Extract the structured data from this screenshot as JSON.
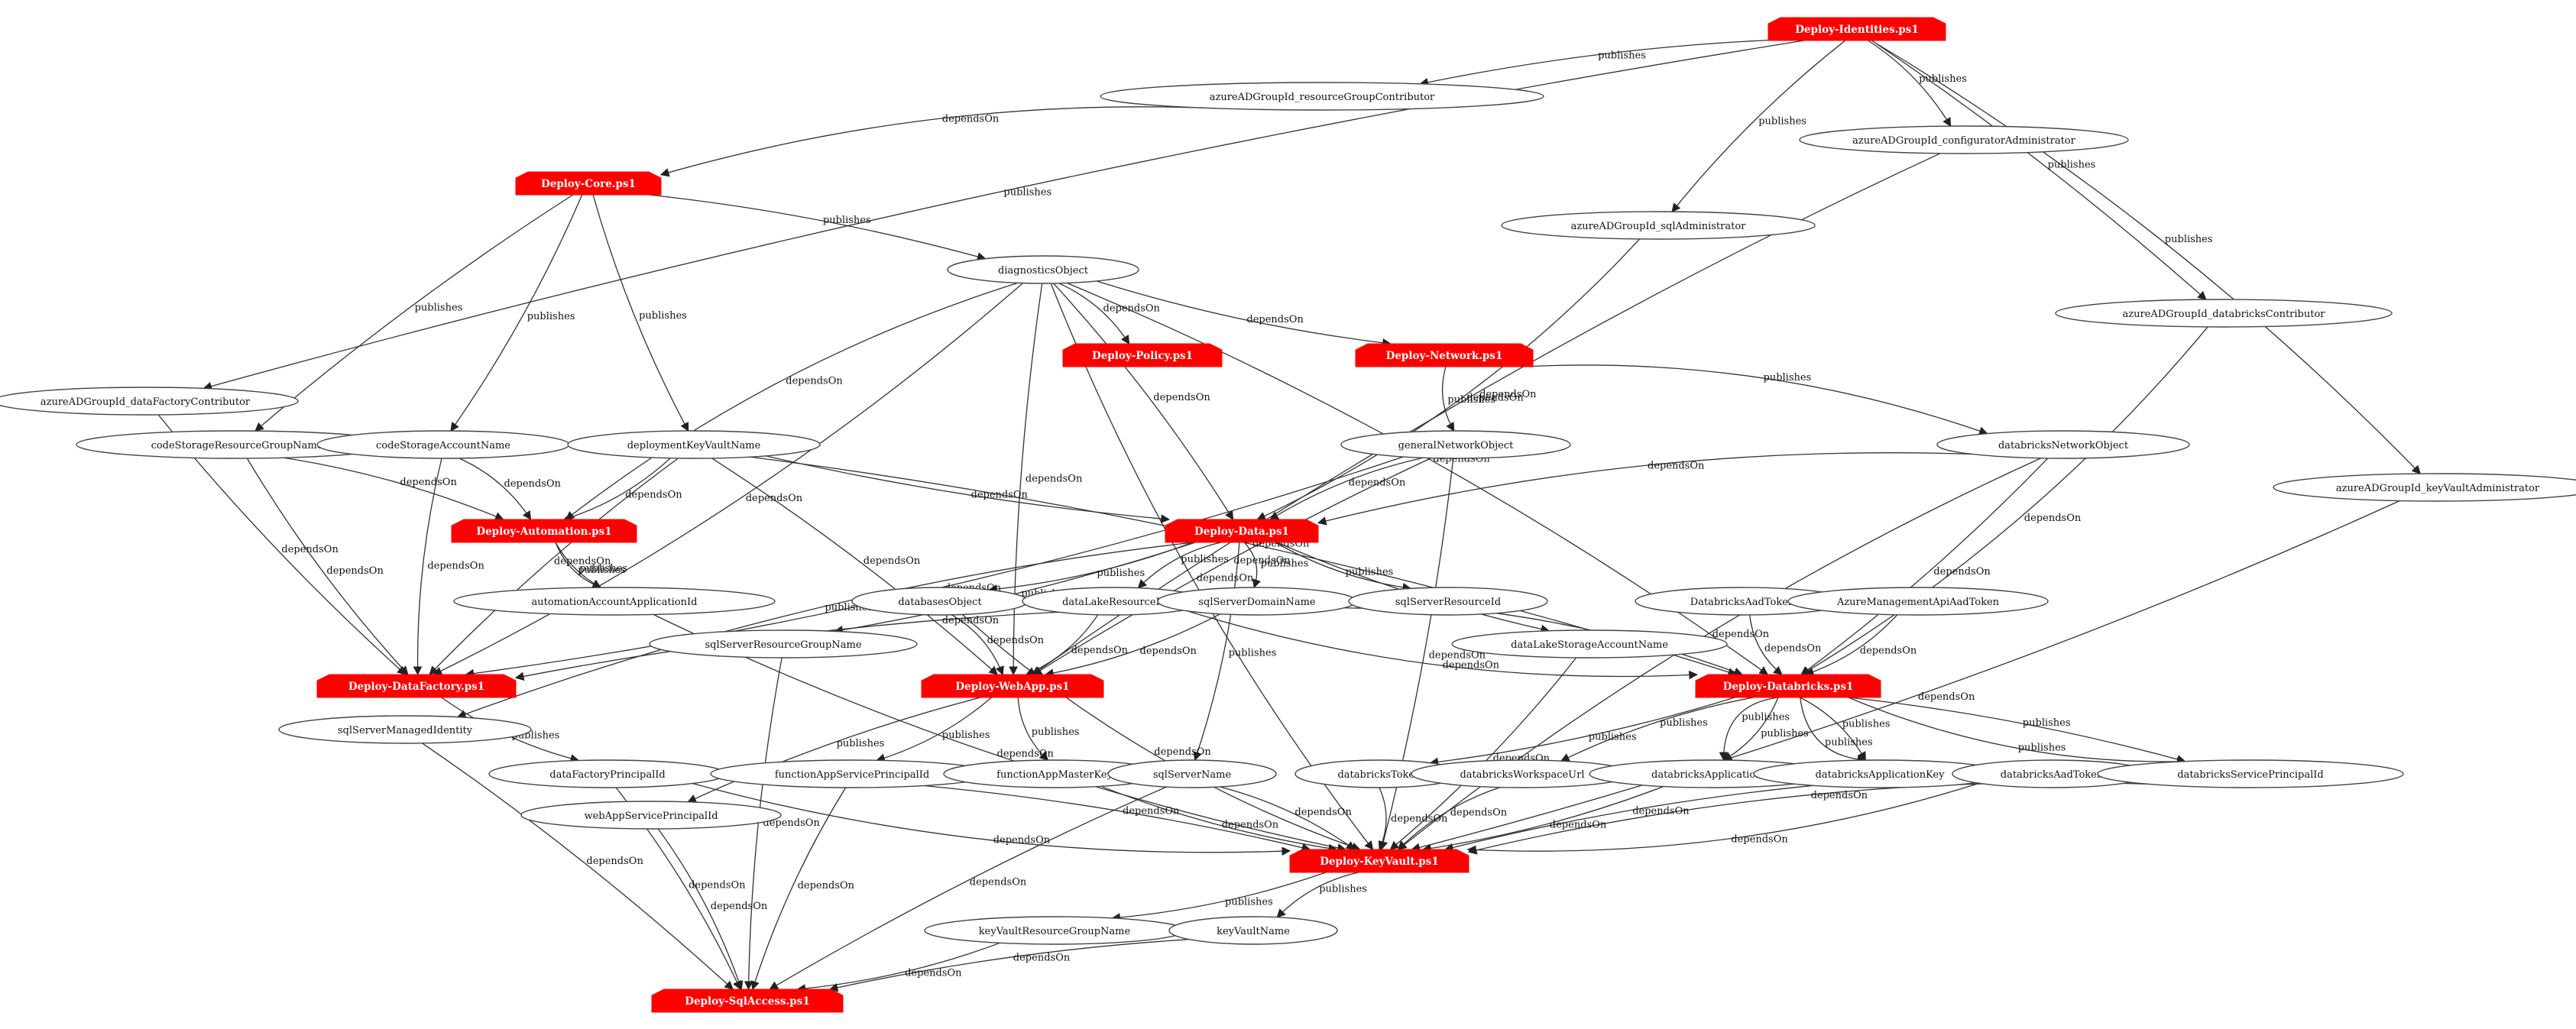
{
  "colors": {
    "script_fill": "#ff0000",
    "ellipse_stroke": "#444444",
    "edge": "#333333"
  },
  "scripts": {
    "identities": "Deploy-Identities.ps1",
    "core": "Deploy-Core.ps1",
    "policy": "Deploy-Policy.ps1",
    "network": "Deploy-Network.ps1",
    "automation": "Deploy-Automation.ps1",
    "data": "Deploy-Data.ps1",
    "datafactory": "Deploy-DataFactory.ps1",
    "webapp": "Deploy-WebApp.ps1",
    "databricks": "Deploy-Databricks.ps1",
    "keyvault": "Deploy-KeyVault.ps1",
    "sqlaccess": "Deploy-SqlAccess.ps1"
  },
  "objects": {
    "adRgContrib": "azureADGroupId_resourceGroupContributor",
    "adConfigAdmin": "azureADGroupId_configuratorAdministrator",
    "adSqlAdmin": "azureADGroupId_sqlAdministrator",
    "adDbContrib": "azureADGroupId_databricksContributor",
    "adDfContrib": "azureADGroupId_dataFactoryContributor",
    "adKvAdmin": "azureADGroupId_keyVaultAdministrator",
    "diagnosticsObject": "diagnosticsObject",
    "codeStorageResourceGroupName": "codeStorageResourceGroupName",
    "codeStorageAccountName": "codeStorageAccountName",
    "deploymentKeyVaultName": "deploymentKeyVaultName",
    "generalNetworkObject": "generalNetworkObject",
    "databricksNetworkObject": "databricksNetworkObject",
    "automationAccountApplicationId": "automationAccountApplicationId",
    "databasesObject": "databasesObject",
    "dataLakeResourceId": "dataLakeResourceId",
    "sqlServerDomainName": "sqlServerDomainName",
    "sqlServerResourceId": "sqlServerResourceId",
    "sqlServerResourceGroupName": "sqlServerResourceGroupName",
    "dataLakeStorageAccountName": "dataLakeStorageAccountName",
    "DatabricksAadToken": "DatabricksAadToken",
    "AzureManagementApiAadToken": "AzureManagementApiAadToken",
    "sqlServerManagedIdentity": "sqlServerManagedIdentity",
    "dataFactoryPrincipalId": "dataFactoryPrincipalId",
    "webAppServicePrincipalId": "webAppServicePrincipalId",
    "functionAppServicePrincipalId": "functionAppServicePrincipalId",
    "functionAppMasterKey": "functionAppMasterKey",
    "sqlServerName": "sqlServerName",
    "databricksToken": "databricksToken",
    "databricksWorkspaceUrl": "databricksWorkspaceUrl",
    "databricksApplicationId": "databricksApplicationId",
    "databricksApplicationKey": "databricksApplicationKey",
    "databricksAadToken": "databricksAadToken",
    "databricksServicePrincipalId": "databricksServicePrincipalId",
    "keyVaultResourceGroupName": "keyVaultResourceGroupName",
    "keyVaultName": "keyVaultName"
  },
  "edge_labels": {
    "publishes": "publishes",
    "dependsOn": "dependsOn"
  },
  "edges": [
    {
      "from": "identities",
      "to": "adRgContrib",
      "label": "publishes"
    },
    {
      "from": "identities",
      "to": "adConfigAdmin",
      "label": "publishes"
    },
    {
      "from": "identities",
      "to": "adSqlAdmin",
      "label": "publishes"
    },
    {
      "from": "identities",
      "to": "adDbContrib",
      "label": "publishes"
    },
    {
      "from": "identities",
      "to": "adDfContrib",
      "label": "publishes"
    },
    {
      "from": "identities",
      "to": "adKvAdmin",
      "label": "publishes"
    },
    {
      "from": "adRgContrib",
      "to": "core",
      "label": "dependsOn"
    },
    {
      "from": "core",
      "to": "diagnosticsObject",
      "label": "publishes"
    },
    {
      "from": "core",
      "to": "codeStorageResourceGroupName",
      "label": "publishes"
    },
    {
      "from": "core",
      "to": "codeStorageAccountName",
      "label": "publishes"
    },
    {
      "from": "core",
      "to": "deploymentKeyVaultName",
      "label": "publishes"
    },
    {
      "from": "diagnosticsObject",
      "to": "policy",
      "label": "dependsOn"
    },
    {
      "from": "diagnosticsObject",
      "to": "network",
      "label": "dependsOn"
    },
    {
      "from": "diagnosticsObject",
      "to": "data",
      "label": "dependsOn"
    },
    {
      "from": "diagnosticsObject",
      "to": "automation",
      "label": "dependsOn"
    },
    {
      "from": "diagnosticsObject",
      "to": "datafactory",
      "label": "dependsOn"
    },
    {
      "from": "diagnosticsObject",
      "to": "webapp",
      "label": "dependsOn"
    },
    {
      "from": "diagnosticsObject",
      "to": "databricks",
      "label": "dependsOn"
    },
    {
      "from": "diagnosticsObject",
      "to": "keyvault",
      "label": "dependsOn"
    },
    {
      "from": "adSqlAdmin",
      "to": "data",
      "label": "dependsOn"
    },
    {
      "from": "adConfigAdmin",
      "to": "webapp",
      "label": "dependsOn"
    },
    {
      "from": "adDbContrib",
      "to": "databricks",
      "label": "dependsOn"
    },
    {
      "from": "adDfContrib",
      "to": "datafactory",
      "label": "dependsOn"
    },
    {
      "from": "adKvAdmin",
      "to": "keyvault",
      "label": "dependsOn"
    },
    {
      "from": "network",
      "to": "generalNetworkObject",
      "label": "publishes"
    },
    {
      "from": "network",
      "to": "databricksNetworkObject",
      "label": "publishes"
    },
    {
      "from": "generalNetworkObject",
      "to": "data",
      "label": "dependsOn"
    },
    {
      "from": "generalNetworkObject",
      "to": "datafactory",
      "label": "dependsOn"
    },
    {
      "from": "generalNetworkObject",
      "to": "webapp",
      "label": "dependsOn"
    },
    {
      "from": "generalNetworkObject",
      "to": "keyvault",
      "label": "dependsOn"
    },
    {
      "from": "databricksNetworkObject",
      "to": "data",
      "label": "dependsOn"
    },
    {
      "from": "databricksNetworkObject",
      "to": "databricks",
      "label": "dependsOn"
    },
    {
      "from": "databricksNetworkObject",
      "to": "keyvault",
      "label": "dependsOn"
    },
    {
      "from": "codeStorageResourceGroupName",
      "to": "automation",
      "label": "dependsOn"
    },
    {
      "from": "codeStorageResourceGroupName",
      "to": "datafactory",
      "label": "dependsOn"
    },
    {
      "from": "codeStorageAccountName",
      "to": "automation",
      "label": "dependsOn"
    },
    {
      "from": "codeStorageAccountName",
      "to": "datafactory",
      "label": "dependsOn"
    },
    {
      "from": "deploymentKeyVaultName",
      "to": "automation",
      "label": "dependsOn"
    },
    {
      "from": "deploymentKeyVaultName",
      "to": "datafactory",
      "label": "dependsOn"
    },
    {
      "from": "deploymentKeyVaultName",
      "to": "webapp",
      "label": "dependsOn"
    },
    {
      "from": "deploymentKeyVaultName",
      "to": "data",
      "label": "dependsOn"
    },
    {
      "from": "deploymentKeyVaultName",
      "to": "databricks",
      "label": "dependsOn"
    },
    {
      "from": "automation",
      "to": "automationAccountApplicationId",
      "label": "publishes"
    },
    {
      "from": "automation",
      "to": "automationAccountApplicationId",
      "label": "publishes"
    },
    {
      "from": "automationAccountApplicationId",
      "to": "keyvault",
      "label": "dependsOn"
    },
    {
      "from": "data",
      "to": "databasesObject",
      "label": "publishes"
    },
    {
      "from": "data",
      "to": "dataLakeResourceId",
      "label": "publishes"
    },
    {
      "from": "data",
      "to": "sqlServerDomainName",
      "label": "publishes"
    },
    {
      "from": "data",
      "to": "sqlServerResourceId",
      "label": "publishes"
    },
    {
      "from": "data",
      "to": "sqlServerResourceGroupName",
      "label": "publishes"
    },
    {
      "from": "data",
      "to": "dataLakeStorageAccountName",
      "label": "publishes"
    },
    {
      "from": "data",
      "to": "sqlServerName",
      "label": "publishes"
    },
    {
      "from": "data",
      "to": "sqlServerManagedIdentity",
      "label": "publishes"
    },
    {
      "from": "databasesObject",
      "to": "webapp",
      "label": "dependsOn"
    },
    {
      "from": "databasesObject",
      "to": "keyvault",
      "label": "dependsOn"
    },
    {
      "from": "dataLakeResourceId",
      "to": "webapp",
      "label": "dependsOn"
    },
    {
      "from": "dataLakeResourceId",
      "to": "databricks",
      "label": "dependsOn"
    },
    {
      "from": "sqlServerDomainName",
      "to": "webapp",
      "label": "dependsOn"
    },
    {
      "from": "sqlServerResourceId",
      "to": "datafactory",
      "label": "dependsOn"
    },
    {
      "from": "sqlServerResourceId",
      "to": "databricks",
      "label": "dependsOn"
    },
    {
      "from": "sqlServerResourceGroupName",
      "to": "sqlaccess",
      "label": "dependsOn"
    },
    {
      "from": "dataLakeStorageAccountName",
      "to": "keyvault",
      "label": "dependsOn"
    },
    {
      "from": "DatabricksAadToken",
      "to": "databricks",
      "label": "dependsOn"
    },
    {
      "from": "AzureManagementApiAadToken",
      "to": "databricks",
      "label": "dependsOn"
    },
    {
      "from": "datafactory",
      "to": "dataFactoryPrincipalId",
      "label": "publishes"
    },
    {
      "from": "sqlServerManagedIdentity",
      "to": "sqlaccess",
      "label": "dependsOn"
    },
    {
      "from": "dataFactoryPrincipalId",
      "to": "keyvault",
      "label": "dependsOn"
    },
    {
      "from": "dataFactoryPrincipalId",
      "to": "sqlaccess",
      "label": "dependsOn"
    },
    {
      "from": "webapp",
      "to": "webAppServicePrincipalId",
      "label": "publishes"
    },
    {
      "from": "webapp",
      "to": "functionAppServicePrincipalId",
      "label": "publishes"
    },
    {
      "from": "webapp",
      "to": "functionAppMasterKey",
      "label": "publishes"
    },
    {
      "from": "webAppServicePrincipalId",
      "to": "sqlaccess",
      "label": "dependsOn"
    },
    {
      "from": "functionAppServicePrincipalId",
      "to": "sqlaccess",
      "label": "dependsOn"
    },
    {
      "from": "functionAppServicePrincipalId",
      "to": "keyvault",
      "label": "dependsOn"
    },
    {
      "from": "functionAppMasterKey",
      "to": "keyvault",
      "label": "dependsOn"
    },
    {
      "from": "sqlServerName",
      "to": "keyvault",
      "label": "dependsOn"
    },
    {
      "from": "sqlServerName",
      "to": "sqlaccess",
      "label": "dependsOn"
    },
    {
      "from": "databricks",
      "to": "databricksToken",
      "label": "publishes"
    },
    {
      "from": "databricks",
      "to": "databricksWorkspaceUrl",
      "label": "publishes"
    },
    {
      "from": "databricks",
      "to": "databricksApplicationId",
      "label": "publishes"
    },
    {
      "from": "databricks",
      "to": "databricksApplicationId",
      "label": "publishes"
    },
    {
      "from": "databricks",
      "to": "databricksApplicationKey",
      "label": "publishes"
    },
    {
      "from": "databricks",
      "to": "databricksApplicationKey",
      "label": "publishes"
    },
    {
      "from": "databricks",
      "to": "databricksServicePrincipalId",
      "label": "publishes"
    },
    {
      "from": "databricks",
      "to": "databricksServicePrincipalId",
      "label": "publishes"
    },
    {
      "from": "databricksToken",
      "to": "keyvault",
      "label": "dependsOn"
    },
    {
      "from": "databricksWorkspaceUrl",
      "to": "keyvault",
      "label": "dependsOn"
    },
    {
      "from": "databricksApplicationId",
      "to": "keyvault",
      "label": "dependsOn"
    },
    {
      "from": "databricksApplicationKey",
      "to": "keyvault",
      "label": "dependsOn"
    },
    {
      "from": "databricksAadToken",
      "to": "keyvault",
      "label": "dependsOn"
    },
    {
      "from": "databricksServicePrincipalId",
      "to": "keyvault",
      "label": "dependsOn"
    },
    {
      "from": "keyvault",
      "to": "keyVaultResourceGroupName",
      "label": "publishes"
    },
    {
      "from": "keyvault",
      "to": "keyVaultName",
      "label": "publishes"
    },
    {
      "from": "keyVaultResourceGroupName",
      "to": "sqlaccess",
      "label": "dependsOn"
    },
    {
      "from": "keyVaultName",
      "to": "sqlaccess",
      "label": "dependsOn"
    }
  ]
}
